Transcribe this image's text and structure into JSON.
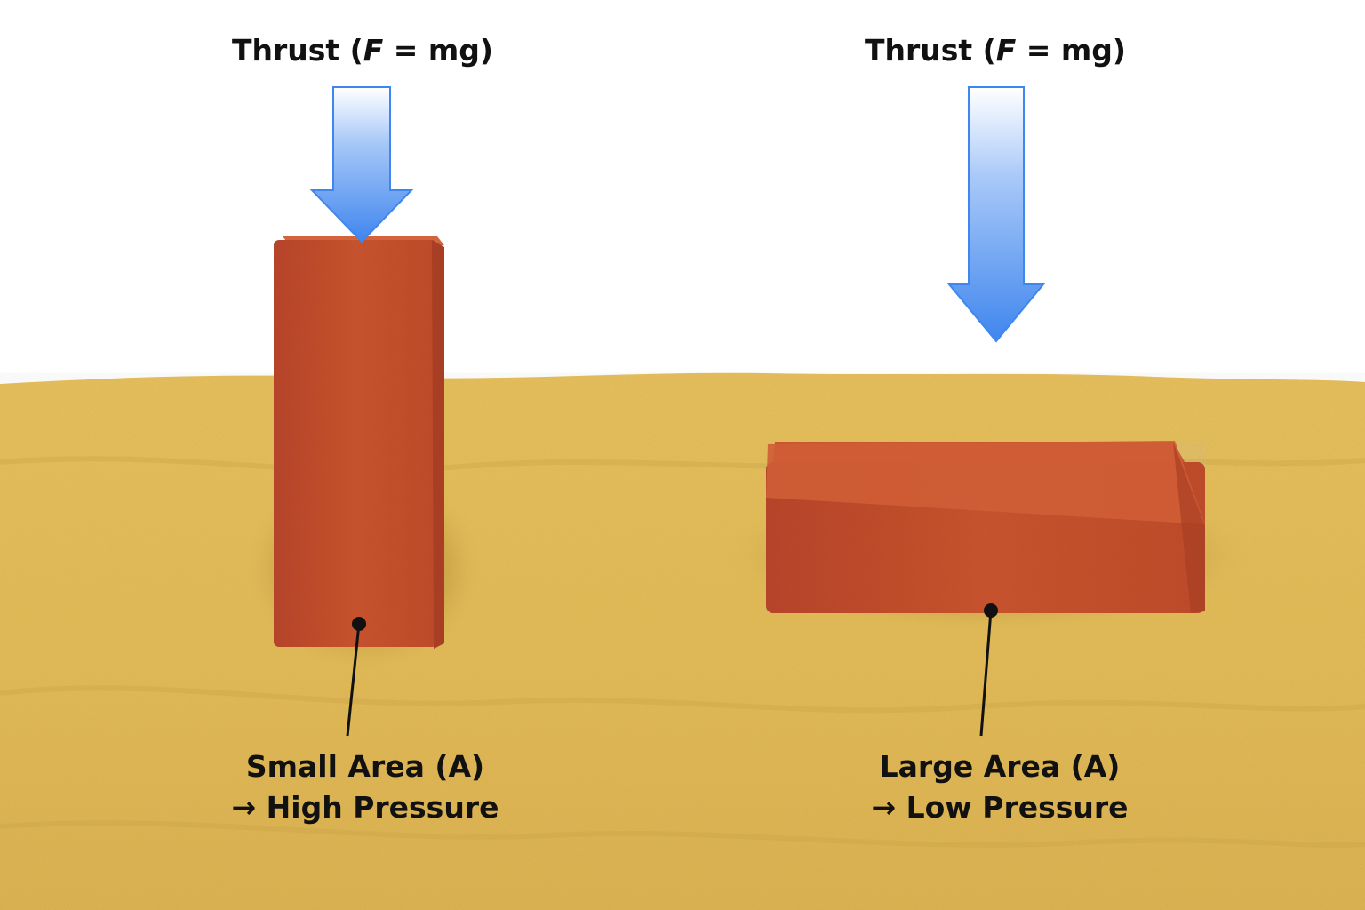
{
  "diagram": {
    "left": {
      "thrust": {
        "prefix": "Thrust (",
        "symbol": "F",
        "suffix": " = mg)"
      },
      "area_label": "Small Area (A)",
      "pressure_label": "→ High Pressure"
    },
    "right": {
      "thrust": {
        "prefix": "Thrust (",
        "symbol": "F",
        "suffix": " = mg)"
      },
      "area_label": "Large Area (A)",
      "pressure_label": "→ Low Pressure"
    },
    "colors": {
      "arrow": "#4a8df0",
      "brick": "#c7502b",
      "sand": "#e4bd5a",
      "background": "#ffffff",
      "text": "#111111"
    }
  }
}
